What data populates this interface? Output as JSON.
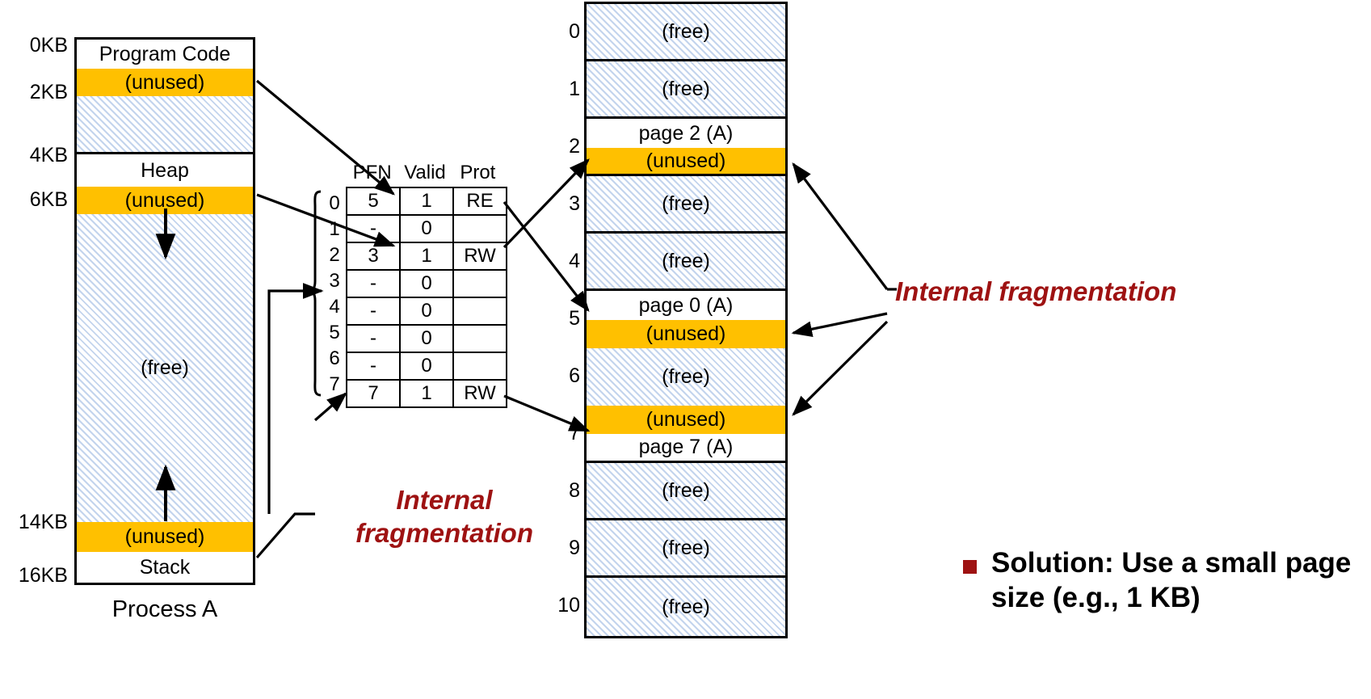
{
  "colors": {
    "unused_fill": "#FFC000",
    "free_hatch": "#C3D4ED",
    "caption_red": "#9E1212",
    "outline": "#000000"
  },
  "address_space": {
    "title": "Process A",
    "axis_labels": [
      "0KB",
      "2KB",
      "4KB",
      "6KB",
      "14KB",
      "16KB"
    ],
    "segments": [
      {
        "label": "Program Code",
        "fill": "white"
      },
      {
        "label": "(unused)",
        "fill": "orange"
      },
      {
        "label": "",
        "fill": "hatch"
      },
      {
        "label": "Heap",
        "fill": "white"
      },
      {
        "label": "(unused)",
        "fill": "orange"
      },
      {
        "label": "",
        "fill": "hatch"
      },
      {
        "label": "(free)",
        "fill": "hatch"
      },
      {
        "label": "(unused)",
        "fill": "orange"
      },
      {
        "label": "Stack",
        "fill": "white"
      }
    ]
  },
  "page_table": {
    "headers": [
      "PFN",
      "Valid",
      "Prot"
    ],
    "row_indices": [
      "0",
      "1",
      "2",
      "3",
      "4",
      "5",
      "6",
      "7"
    ],
    "rows": [
      [
        "5",
        "1",
        "RE"
      ],
      [
        "-",
        "0",
        ""
      ],
      [
        "3",
        "1",
        "RW"
      ],
      [
        "-",
        "0",
        ""
      ],
      [
        "-",
        "0",
        ""
      ],
      [
        "-",
        "0",
        ""
      ],
      [
        "-",
        "0",
        ""
      ],
      [
        "7",
        "1",
        "RW"
      ]
    ]
  },
  "physical_memory": {
    "indices": [
      "0",
      "1",
      "2",
      "3",
      "4",
      "5",
      "6",
      "7",
      "8",
      "9",
      "10"
    ],
    "frames": [
      {
        "index": "0",
        "parts": [
          {
            "label": "(free)",
            "fill": "hatch"
          }
        ]
      },
      {
        "index": "1",
        "parts": [
          {
            "label": "(free)",
            "fill": "hatch"
          }
        ]
      },
      {
        "index": "2",
        "parts": [
          {
            "label": "page 2 (A)",
            "fill": "white"
          },
          {
            "label": "(unused)",
            "fill": "orange"
          }
        ]
      },
      {
        "index": "3",
        "parts": [
          {
            "label": "(free)",
            "fill": "hatch"
          }
        ]
      },
      {
        "index": "4",
        "parts": [
          {
            "label": "(free)",
            "fill": "hatch"
          }
        ]
      },
      {
        "index": "5",
        "parts": [
          {
            "label": "page 0 (A)",
            "fill": "white"
          },
          {
            "label": "(unused)",
            "fill": "orange"
          }
        ]
      },
      {
        "index": "6",
        "parts": [
          {
            "label": "(free)",
            "fill": "hatch"
          }
        ]
      },
      {
        "index": "7",
        "parts": [
          {
            "label": "(unused)",
            "fill": "orange"
          },
          {
            "label": "page 7 (A)",
            "fill": "white"
          }
        ]
      },
      {
        "index": "8",
        "parts": [
          {
            "label": "(free)",
            "fill": "hatch"
          }
        ]
      },
      {
        "index": "9",
        "parts": [
          {
            "label": "(free)",
            "fill": "hatch"
          }
        ]
      },
      {
        "index": "10",
        "parts": [
          {
            "label": "(free)",
            "fill": "hatch"
          }
        ]
      }
    ]
  },
  "captions": {
    "left_line1": "Internal",
    "left_line2": "fragmentation",
    "right": "Internal fragmentation"
  },
  "bullet": {
    "text": "Solution: Use a small page size (e.g., 1 KB)",
    "marker": "square-bullet"
  }
}
